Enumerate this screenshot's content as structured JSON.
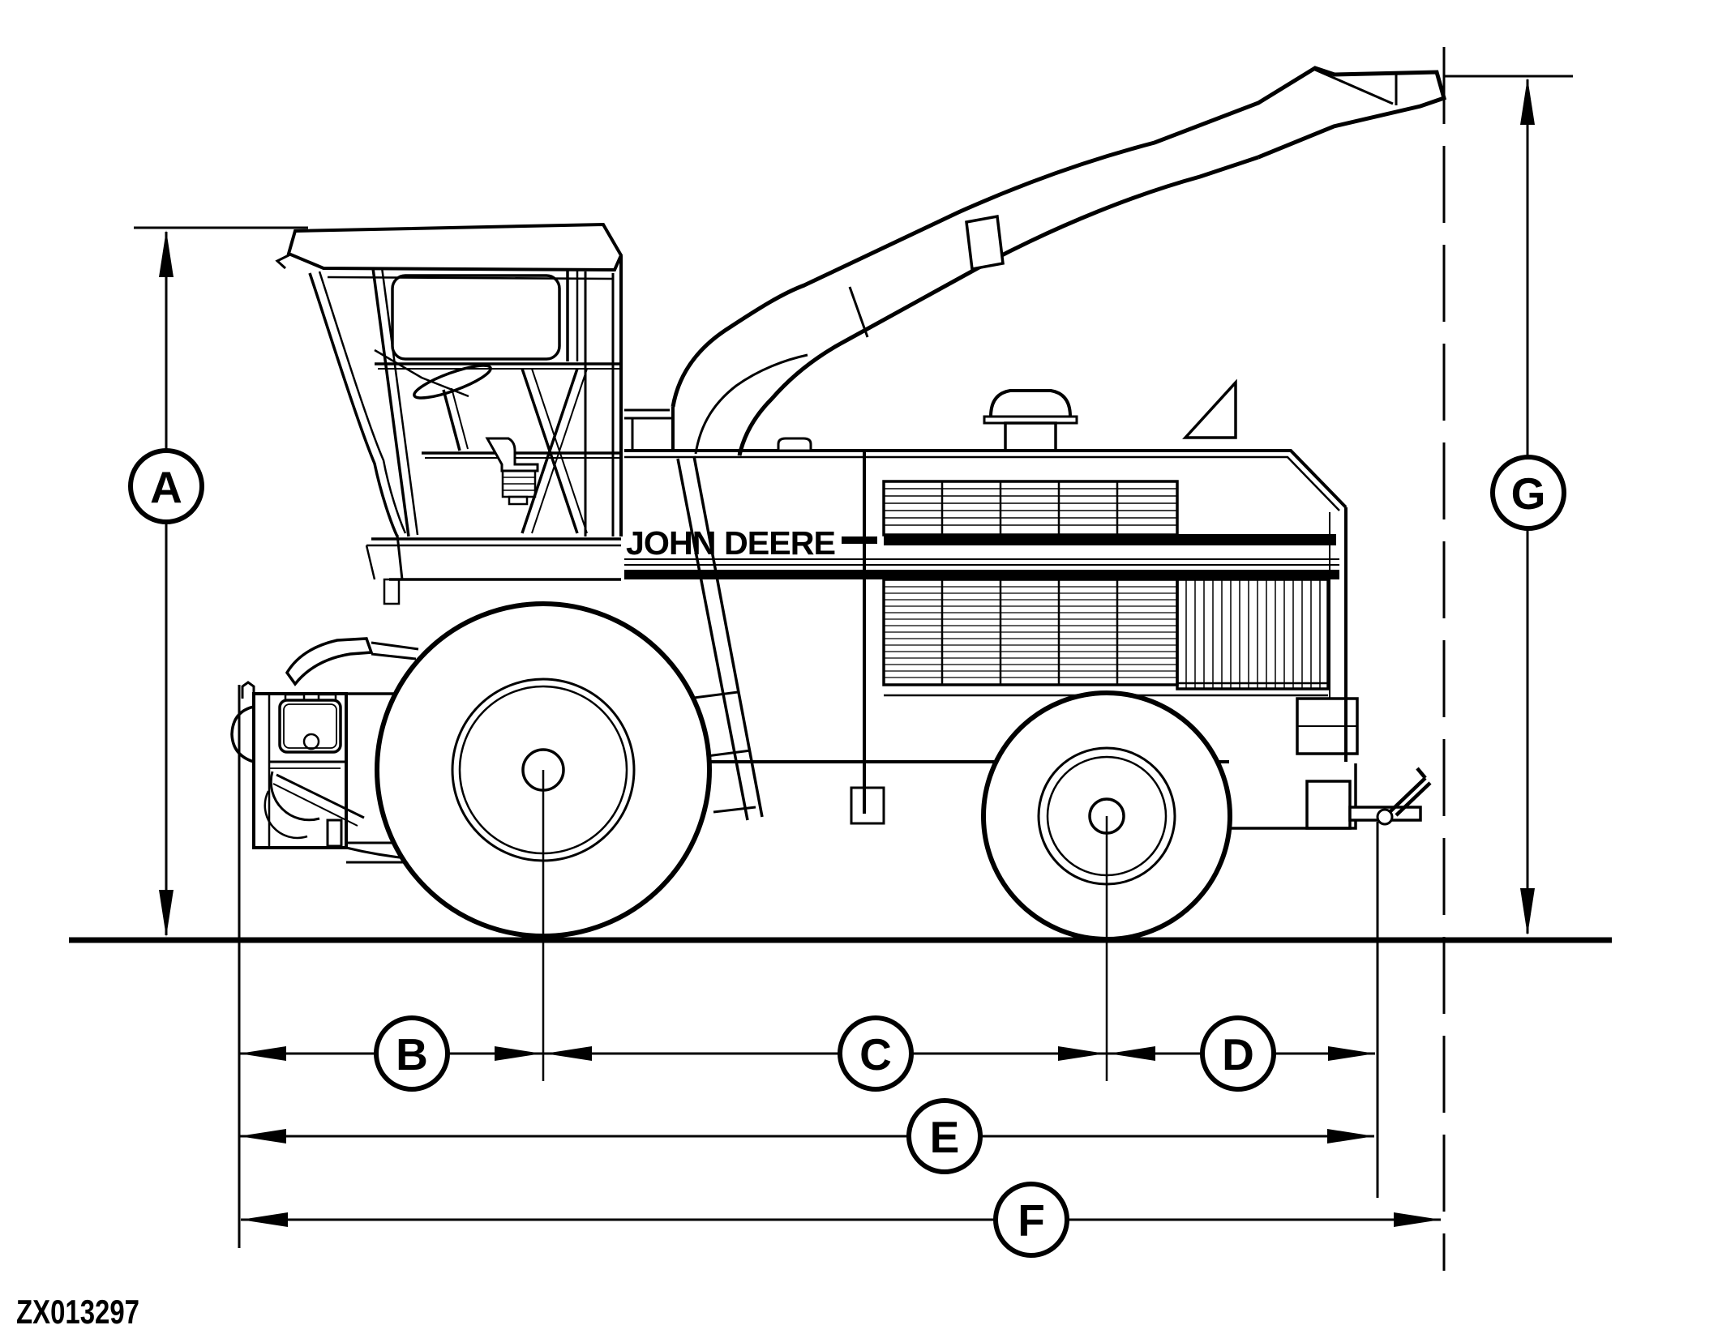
{
  "diagram": {
    "figure_code": "ZX013297",
    "machine_brand": "JOHN DEERE",
    "colors": {
      "ink": "#000000",
      "background": "#ffffff"
    },
    "dimension_labels": {
      "a": "A",
      "b": "B",
      "c": "C",
      "d": "D",
      "e": "E",
      "f": "F",
      "g": "G"
    }
  }
}
